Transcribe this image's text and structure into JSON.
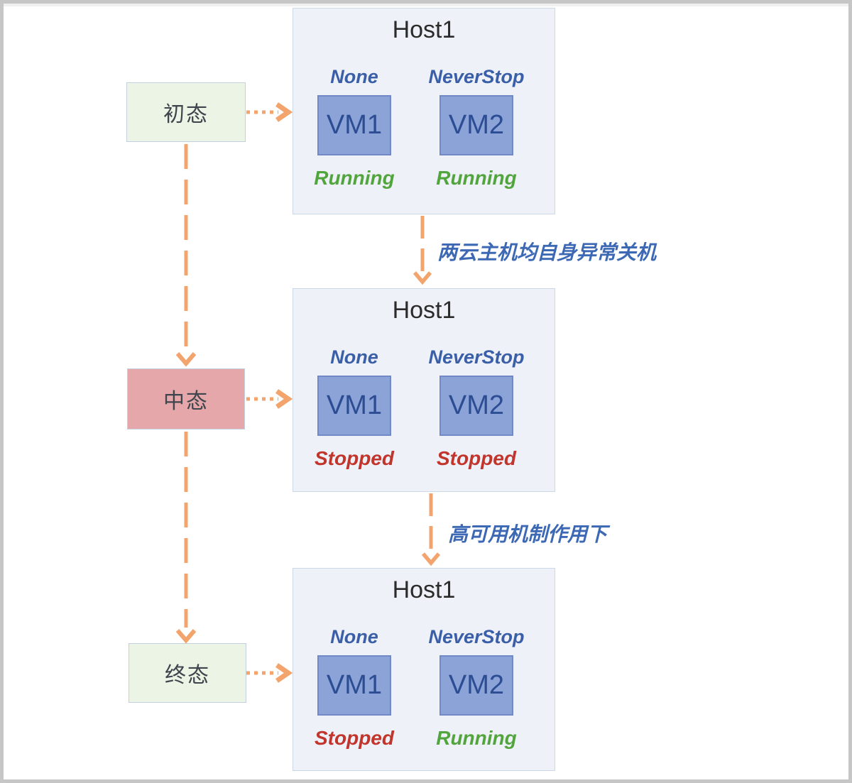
{
  "states": [
    {
      "label": "初态",
      "kind": "start"
    },
    {
      "label": "中态",
      "kind": "middle"
    },
    {
      "label": "终态",
      "kind": "end"
    }
  ],
  "hosts": [
    {
      "title": "Host1",
      "vms": [
        {
          "name": "VM1",
          "policy": "None",
          "status": "Running",
          "status_type": "running"
        },
        {
          "name": "VM2",
          "policy": "NeverStop",
          "status": "Running",
          "status_type": "running"
        }
      ]
    },
    {
      "title": "Host1",
      "vms": [
        {
          "name": "VM1",
          "policy": "None",
          "status": "Stopped",
          "status_type": "stopped"
        },
        {
          "name": "VM2",
          "policy": "NeverStop",
          "status": "Stopped",
          "status_type": "stopped"
        }
      ]
    },
    {
      "title": "Host1",
      "vms": [
        {
          "name": "VM1",
          "policy": "None",
          "status": "Stopped",
          "status_type": "stopped"
        },
        {
          "name": "VM2",
          "policy": "NeverStop",
          "status": "Running",
          "status_type": "running"
        }
      ]
    }
  ],
  "transitions": [
    {
      "label": "两云主机均自身异常关机"
    },
    {
      "label": "高可用机制作用下"
    }
  ],
  "colors": {
    "arrow": "#f2a46c",
    "running": "#52a53d",
    "stopped": "#c1352c",
    "policy_text": "#3a5fa8",
    "annotation_text": "#3c68b4",
    "state_start_bg": "#ecf4e6",
    "state_middle_bg": "#e5a7a9",
    "state_end_bg": "#ecf4e6",
    "host_bg": "#eef1f8",
    "vm_bg": "#8ba3d7",
    "frame": "#c6c6c6"
  }
}
